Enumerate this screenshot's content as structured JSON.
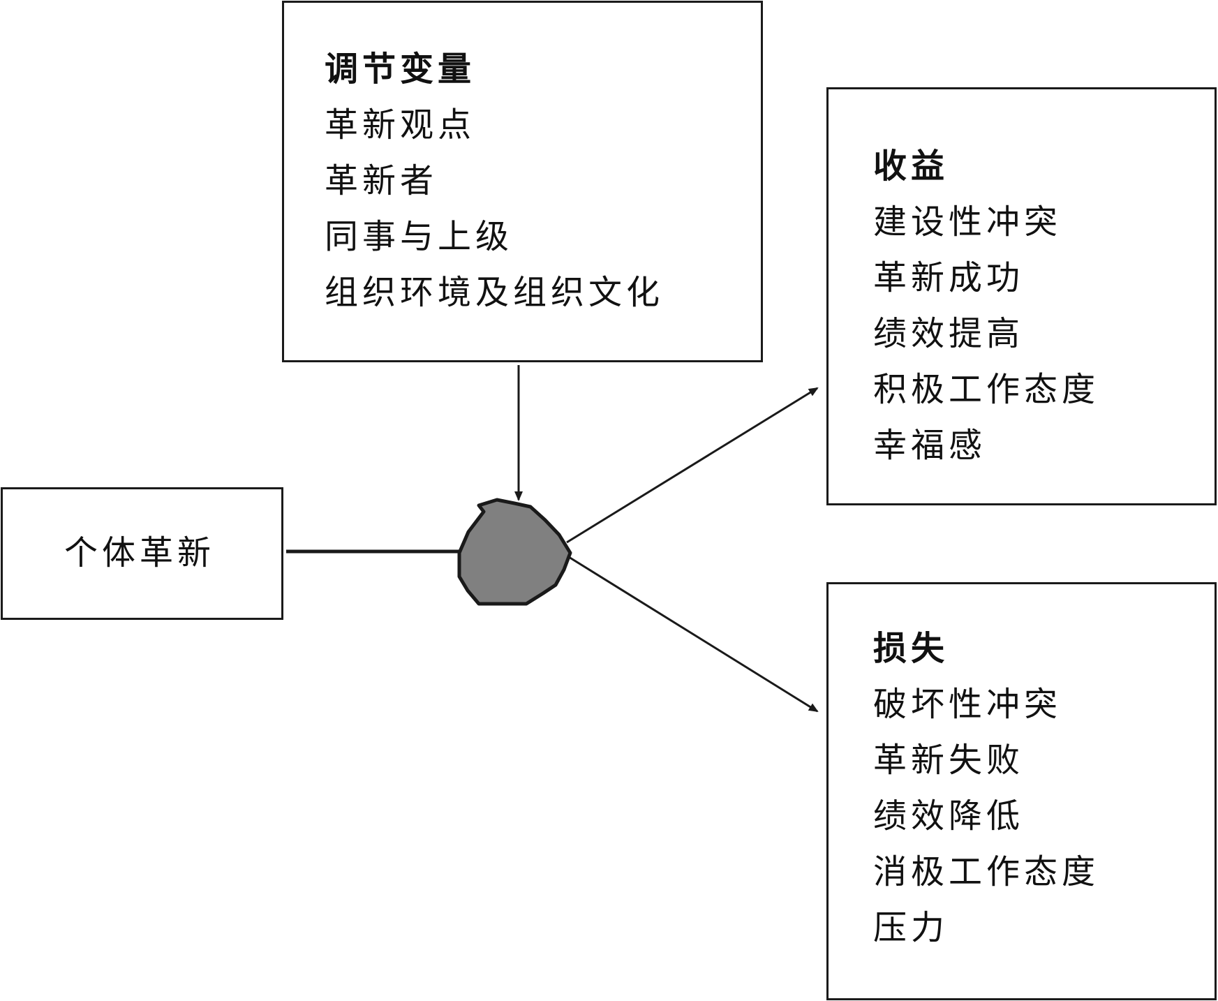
{
  "moderators": {
    "title": "调节变量",
    "items": [
      "革新观点",
      "革新者",
      "同事与上级",
      "组织环境及组织文化"
    ]
  },
  "benefits": {
    "title": "收益",
    "items": [
      "建设性冲突",
      "革新成功",
      "绩效提高",
      "积极工作态度",
      "幸福感"
    ]
  },
  "losses": {
    "title": "损失",
    "items": [
      "破坏性冲突",
      "革新失败",
      "绩效降低",
      "消极工作态度",
      "压力"
    ]
  },
  "source": {
    "label": "个体革新"
  },
  "colors": {
    "node_fill": "#808080",
    "stroke": "#1a1a1a"
  }
}
